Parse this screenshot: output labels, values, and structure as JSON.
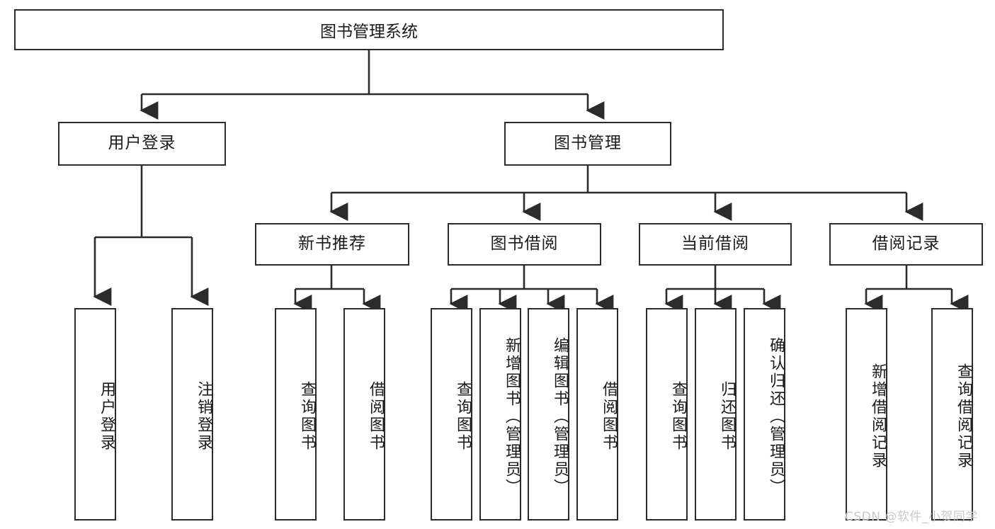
{
  "diagram": {
    "title": "图书管理系统",
    "type": "hierarchy-tree",
    "watermark": "CSDN @软件_小贺同学",
    "colors": {
      "box_border": "#2b2b2b",
      "box_fill": "#ffffff",
      "connector": "#2b2b2b",
      "text": "#1b1b1b",
      "watermark": "#c9c9c9",
      "background": "#ffffff"
    },
    "root": {
      "label": "图书管理系统"
    },
    "level2": [
      {
        "id": "user-login",
        "label": "用户登录"
      },
      {
        "id": "book-manage",
        "label": "图书管理"
      }
    ],
    "level3": [
      {
        "id": "new-book-recommend",
        "label": "新书推荐"
      },
      {
        "id": "book-borrow",
        "label": "图书借阅"
      },
      {
        "id": "current-borrow",
        "label": "当前借阅"
      },
      {
        "id": "borrow-record",
        "label": "借阅记录"
      }
    ],
    "leaves": {
      "user-login": [
        {
          "id": "leaf-user-login",
          "label": "用户登录"
        },
        {
          "id": "leaf-logout",
          "label": "注销登录"
        }
      ],
      "new-book-recommend": [
        {
          "id": "leaf-query-book-1",
          "label": "查询图书"
        },
        {
          "id": "leaf-borrow-book-1",
          "label": "借阅图书"
        }
      ],
      "book-borrow": [
        {
          "id": "leaf-query-book-2",
          "label": "查询图书"
        },
        {
          "id": "leaf-add-book",
          "label": "新增图书（管理员）"
        },
        {
          "id": "leaf-edit-book",
          "label": "编辑图书（管理员）"
        },
        {
          "id": "leaf-borrow-book-2",
          "label": "借阅图书"
        }
      ],
      "current-borrow": [
        {
          "id": "leaf-query-book-3",
          "label": "查询图书"
        },
        {
          "id": "leaf-return-book",
          "label": "归还图书"
        },
        {
          "id": "leaf-confirm-return",
          "label": "确认归还（管理员）"
        }
      ],
      "borrow-record": [
        {
          "id": "leaf-add-record",
          "label": "新增借阅记录"
        },
        {
          "id": "leaf-query-record",
          "label": "查询借阅记录"
        }
      ]
    }
  }
}
